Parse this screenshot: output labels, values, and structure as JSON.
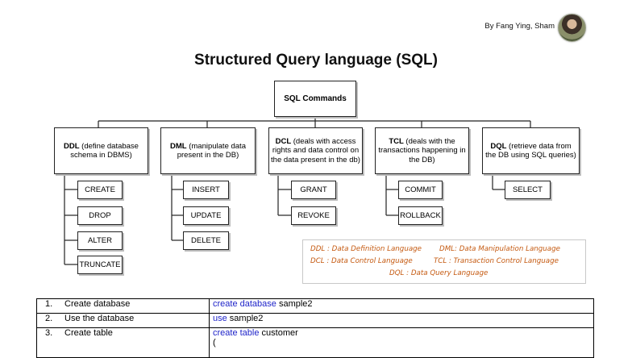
{
  "author": "By Fang Ying, Sham",
  "title": "Structured Query language (SQL)",
  "root": "SQL Commands",
  "categories": [
    {
      "abbr": "DDL",
      "desc": " (define database schema in DBMS)",
      "commands": [
        "CREATE",
        "DROP",
        "ALTER",
        "TRUNCATE"
      ]
    },
    {
      "abbr": "DML",
      "desc": " (manipulate data present in the DB)",
      "commands": [
        "INSERT",
        "UPDATE",
        "DELETE"
      ]
    },
    {
      "abbr": "DCL",
      "desc": " (deals with access rights and data control on the data present in the db)",
      "commands": [
        "GRANT",
        "REVOKE"
      ]
    },
    {
      "abbr": "TCL",
      "desc": " (deals with the transactions happening in the DB)",
      "commands": [
        "COMMIT",
        "ROLLBACK"
      ]
    },
    {
      "abbr": "DQL",
      "desc": " (retrieve data from the DB using SQL queries)",
      "commands": [
        "SELECT"
      ]
    }
  ],
  "legend": {
    "ddl": "DDL : Data Definition Language",
    "dml": "DML: Data Manipulation Language",
    "dcl": "DCL : Data Control Language",
    "tcl": "TCL : Transaction Control Language",
    "dql": "DQL : Data Query Language"
  },
  "steps": [
    {
      "num": "1.",
      "label": "Create database",
      "keyword": "create database",
      "rest": " sample2"
    },
    {
      "num": "2.",
      "label": "Use the database",
      "keyword": "use",
      "rest": " sample2"
    },
    {
      "num": "3.",
      "label": "Create table",
      "keyword": "create table",
      "rest": " customer"
    }
  ],
  "step_continuation": "("
}
